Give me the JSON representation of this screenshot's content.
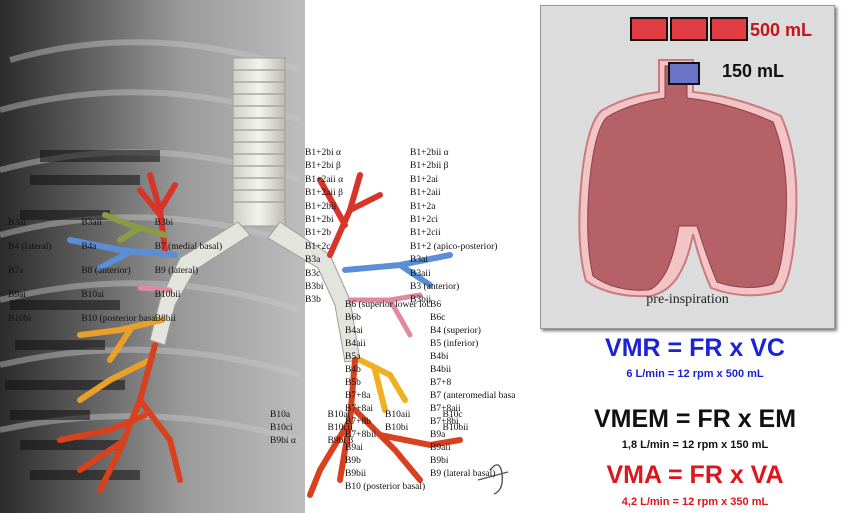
{
  "volumes": {
    "tidal": "500 mL",
    "dead_space": "150 mL"
  },
  "panel": {
    "caption": "pre-inspiration"
  },
  "formulas": [
    {
      "main": "VMR = FR x VC",
      "sub": "6 L/min = 12 rpm x 500 mL",
      "color": "#1a23d6"
    },
    {
      "main": "VMEM = FR x EM",
      "sub": "1,8 L/min = 12 rpm x 150 mL",
      "color": "#111111"
    },
    {
      "main": "VMA = FR x VA",
      "sub": "4,2 L/min = 12 rpm x 350 mL",
      "color": "#e0141c"
    }
  ],
  "segment_labels": {
    "upper_right": [
      "B1+2bi α",
      "B1+2bii α",
      "B1+2bi β",
      "B1+2bii β",
      "B1+2aii α",
      "B1+2ai",
      "B1+2aii β",
      "B1+2aii",
      "B1+2bii",
      "B1+2a",
      "B1+2bi",
      "B1+2ci",
      "B1+2b",
      "B1+2cii",
      "B1+2c",
      "B1+2 (apico-posterior)",
      "B3a",
      "B3ai",
      "B3c",
      "B3aii",
      "B3bi",
      "B3 (anterior)",
      "B3b",
      "B3bii"
    ],
    "middle": [
      "B6 (superior lower lobe)",
      "B6",
      "B6b",
      "B6c",
      "B4ai",
      "B4 (superior)",
      "B4aii",
      "B5 (inferior)",
      "B5a",
      "B4bi",
      "B4b",
      "B4bii",
      "B5b",
      "B7+8",
      "B7+8a",
      "B7 (anteromedial basal)",
      "B7+8ai",
      "B7+8aii",
      "B7+8b",
      "B7+8bi",
      "B7+8bii",
      "B9a",
      "B9ai",
      "B9aii",
      "B9b",
      "B9bi",
      "B9bii",
      "B9 (lateral basal)",
      "B10 (posterior basal)"
    ],
    "lower": [
      "B10a",
      "B10ai",
      "B10aii",
      "B10c",
      "B10ci",
      "B10cii",
      "B10bi",
      "B10bii",
      "B9bi α",
      "B9bi β"
    ],
    "left": [
      "B3ai",
      "B3aii",
      "B3bi",
      "B4 (lateral)",
      "B4a",
      "B7 (medial basal)",
      "B7a",
      "B8 (anterior)",
      "B9 (lateral)",
      "B9ai",
      "B10ai",
      "B10bii",
      "B10bi",
      "B10 (posterior basal)",
      "B8bii"
    ]
  }
}
